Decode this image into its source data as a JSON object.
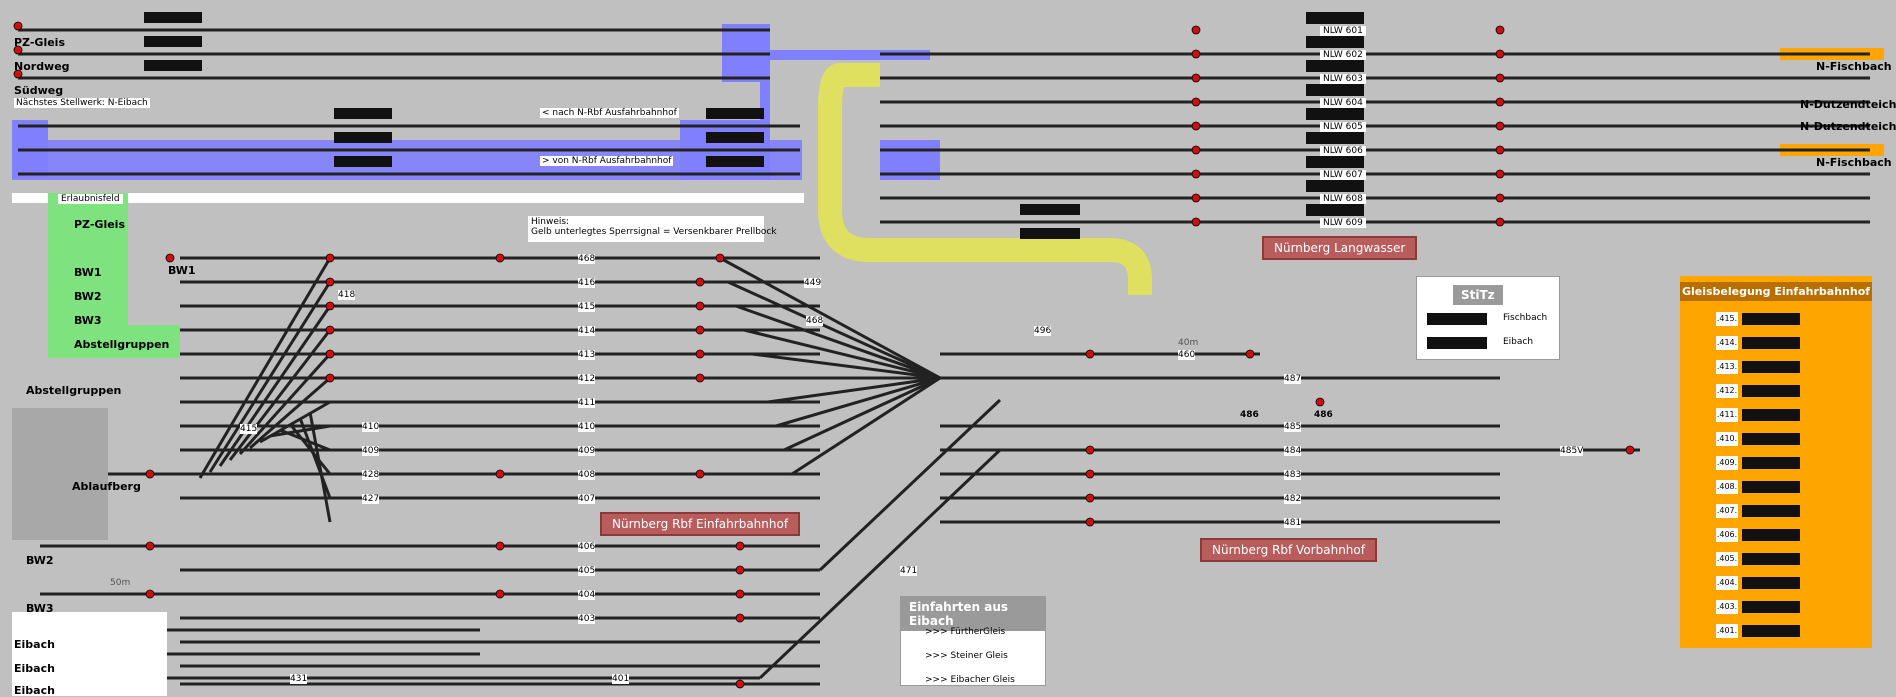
{
  "left_tracks": {
    "pz_gleis": "PZ-Gleis",
    "nordweg": "Nordweg",
    "suedweg": "Südweg",
    "next_signal_box": "Nächstes Stellwerk: N-Eibach"
  },
  "rbf_links": {
    "to_rbf": "< nach N-Rbf Ausfahrbahnhof",
    "from_rbf": "> von N-Rbf Ausfahrbahnhof"
  },
  "erlaubnisfeld": {
    "title": "Erlaubnisfeld",
    "items": [
      "PZ-Gleis",
      "BW1",
      "BW2",
      "BW3",
      "Abstellgruppen"
    ]
  },
  "hint": {
    "line1": "Hinweis:",
    "line2": "Gelb unterlegtes Sperrsignal =  Versenkbarer Prellbock"
  },
  "left_labels": {
    "bw1": "BW1",
    "abstellgruppen": "Abstellgruppen",
    "ablaufberg": "Ablaufberg",
    "bw2": "BW2",
    "bw3": "BW3",
    "eibach_1": "Eibach",
    "eibach_2": "Eibach",
    "eibach_3": "Eibach",
    "dist_50m": "50m",
    "dist_40m": "40m"
  },
  "stations": {
    "langwasser": "Nürnberg Langwasser",
    "rbf_einfahr": "Nürnberg Rbf Einfahrbahnhof",
    "rbf_vorbahnhof": "Nürnberg Rbf Vorbahnhof"
  },
  "right_destinations": {
    "fischbach_1": "N-Fischbach",
    "dutzendteich_1": "N-Dutzendteich",
    "dutzendteich_2": "N-Dutzendteich",
    "fischbach_2": "N-Fischbach"
  },
  "nlw_tracks": [
    "NLW 601",
    "NLW 602",
    "NLW 603",
    "NLW 604",
    "NLW 605",
    "NLW 606",
    "NLW 607",
    "NLW 608",
    "NLW 609"
  ],
  "einfahr_track_numbers": [
    "468",
    "416",
    "415",
    "414",
    "413",
    "412",
    "411",
    "410",
    "409",
    "408",
    "407",
    "406",
    "405",
    "404",
    "403"
  ],
  "vorbahnhof_track_numbers": [
    "487",
    "486",
    "486",
    "485",
    "484",
    "483",
    "482",
    "481"
  ],
  "misc_numbers": {
    "n418": "418",
    "n449": "449",
    "n468b": "468",
    "n415": "415",
    "n428": "428",
    "n427": "427",
    "n410": "410",
    "n409": "409",
    "n471": "471",
    "n401": "401",
    "n431": "431",
    "n496": "496",
    "n460": "460",
    "n485v": "485V"
  },
  "stitz": {
    "title": "StiTz",
    "rows": [
      "Fischbach",
      "Eibach"
    ]
  },
  "gleisbelegung": {
    "title": "Gleisbelegung Einfahrbahnhof",
    "rows": [
      ".415.",
      ".414.",
      ".413.",
      ".412.",
      ".411.",
      ".410.",
      ".409.",
      ".408.",
      ".407.",
      ".406.",
      ".405.",
      ".404.",
      ".403.",
      ".401."
    ]
  },
  "einfahrten": {
    "title": "Einfahrten aus Eibach",
    "items": [
      ">>> FürtherGleis",
      ">>> Steiner Gleis",
      ">>> Eibacher Gleis"
    ]
  },
  "colors": {
    "background": "#c0c0c0",
    "track": "#222222",
    "highlight_blue": "#8080ff",
    "highlight_yellow": "#e0e060",
    "station_label": "#b85c5c",
    "orange_panel": "#ffa500",
    "green_panel": "#7ee37e",
    "signal_red": "#cc1111"
  }
}
